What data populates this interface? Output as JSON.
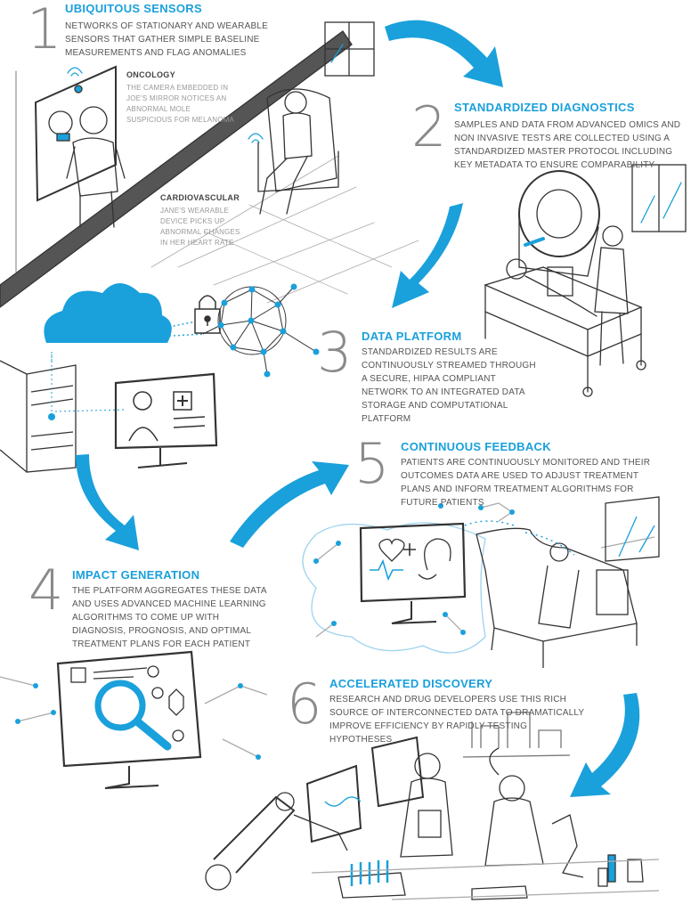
{
  "steps": [
    {
      "number": "1",
      "title": "UBIQUITOUS SENSORS",
      "text": "NETWORKS OF STATIONARY AND WEARABLE SENSORS THAT GATHER SIMPLE BASELINE MEASUREMENTS AND FLAG ANOMALIES"
    },
    {
      "number": "2",
      "title": "STANDARDIZED DIAGNOSTICS",
      "text": "SAMPLES AND DATA FROM ADVANCED OMICS AND NON INVASIVE TESTS ARE COLLECTED USING A STANDARDIZED MASTER PROTOCOL INCLUDING KEY METADATA TO ENSURE COMPARABILITY"
    },
    {
      "number": "3",
      "title": "DATA PLATFORM",
      "text": "STANDARDIZED RESULTS ARE CONTINUOUSLY STREAMED THROUGH A SECURE, HIPAA COMPLIANT NETWORK TO AN INTEGRATED DATA STORAGE AND COMPUTATIONAL PLATFORM"
    },
    {
      "number": "4",
      "title": "IMPACT GENERATION",
      "text": "THE PLATFORM AGGREGATES THESE DATA AND USES ADVANCED MACHINE LEARNING ALGORITHMS TO COME UP WITH DIAGNOSIS, PROGNOSIS, AND OPTIMAL TREATMENT PLANS FOR EACH PATIENT"
    },
    {
      "number": "5",
      "title": "CONTINUOUS FEEDBACK",
      "text": "PATIENTS ARE CONTINUOUSLY MONITORED AND THEIR OUTCOMES DATA ARE USED TO ADJUST TREATMENT PLANS AND INFORM TREATMENT ALGORITHMS FOR FUTURE PATIENTS"
    },
    {
      "number": "6",
      "title": "ACCELERATED DISCOVERY",
      "text": "RESEARCH AND DRUG DEVELOPERS USE THIS RICH SOURCE OF INTERCONNECTED DATA TO DRAMATICALLY IMPROVE EFFICIENCY BY RAPIDLY TESTING HYPOTHESES"
    }
  ],
  "callouts": {
    "oncology": {
      "label": "ONCOLOGY",
      "text": "THE CAMERA EMBEDDED IN JOE'S MIRROR NOTICES AN ABNORMAL MOLE SUSPICIOUS FOR MELANOMA"
    },
    "cardio": {
      "label": "CARDIOVASCULAR",
      "text": "JANE'S WEARABLE DEVICE PICKS UP ABNORMAL CHANGES IN HER HEART RATE"
    }
  },
  "colors": {
    "accent": "#1aa0db",
    "ink": "#333333",
    "muted": "#8a8a8a"
  }
}
